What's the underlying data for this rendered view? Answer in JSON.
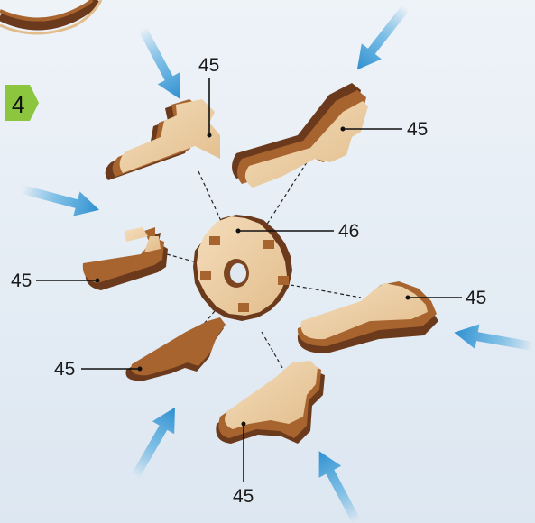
{
  "step": {
    "number": "4",
    "badge_color": "#8cc63f"
  },
  "parts": [
    {
      "id": "a",
      "label": "45"
    },
    {
      "id": "b",
      "label": "45"
    },
    {
      "id": "c",
      "label": "45"
    },
    {
      "id": "d",
      "label": "45"
    },
    {
      "id": "e",
      "label": "45"
    },
    {
      "id": "f",
      "label": "45"
    },
    {
      "id": "hub",
      "label": "46"
    }
  ],
  "colors": {
    "wood_face": "#e9c99c",
    "wood_light": "#f3dcb8",
    "wood_edge_dark": "#6b3a1c",
    "wood_edge_mid": "#a8642f",
    "arrow": "#3f9fd8",
    "background": "#e6edf5"
  }
}
